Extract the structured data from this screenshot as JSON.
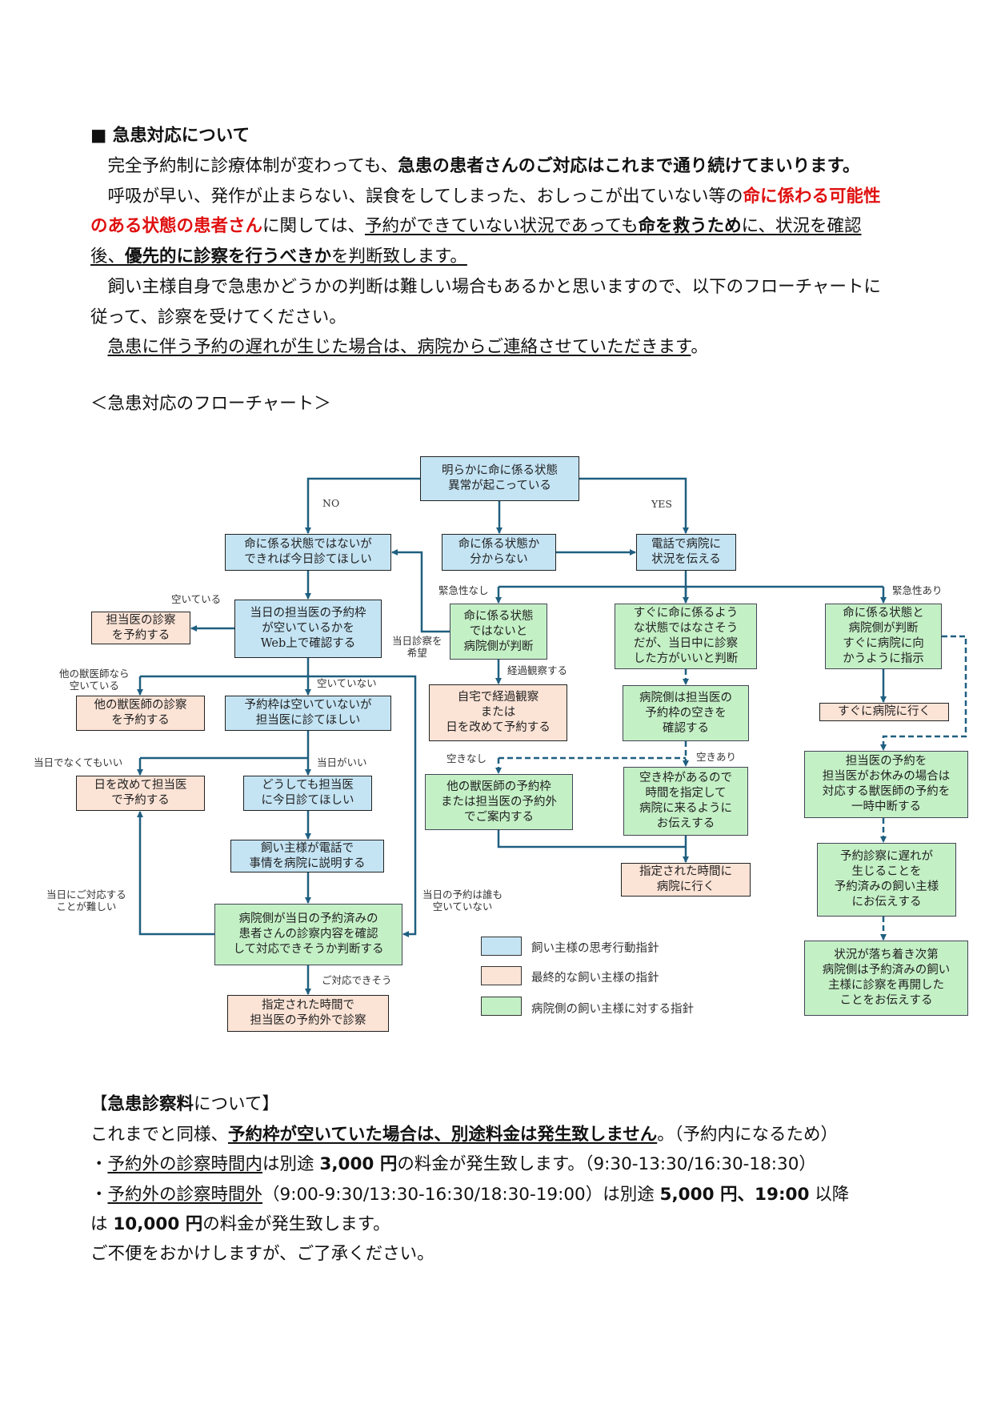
{
  "intro": {
    "heading": "■ 急患対応について",
    "l1a": "　完全予約制に診療体制が変わっても、",
    "l1b": "急患の患者さんのご対応はこれまで通り続けてまいります。",
    "l2a": "　呼吸が早い、発作が止まらない、誤食をしてしまった、おしっこが出ていない等の",
    "l2b": "命に係わる可能性",
    "l3a": "のある状態の患者さん",
    "l3b": "に関しては、",
    "l3c": "予約ができていない状況であっても",
    "l3d": "命を救うため",
    "l3e": "に、状況を確認",
    "l4a": "後、",
    "l4b": "優先的に診察を行うべきか",
    "l4c": "を判断致します。",
    "l5": "　飼い主様自身で急患かどうかの判断は難しい場合もあるかと思いますので、以下のフローチャートに",
    "l6": "従って、診察を受けてください。",
    "l7a": "　",
    "l7b": "急患に伴う予約の遅れが生じた場合は、病院からご連絡させていただきます",
    "l7c": "。",
    "flow_title": "＜急患対応のフローチャート＞"
  },
  "flowchart": {
    "colors": {
      "owner": "#c4e4f4",
      "final": "#fbe3d6",
      "hospital": "#c4f0c6",
      "line": "#1f5f80"
    },
    "nodes": [
      "明らかに命に係る状態\n異常が起こっている",
      "命に係る状態ではないが\nできれば今日診てほしい",
      "命に係る状態か\n分からない",
      "電話で病院に\n状況を伝える",
      "当日の担当医の予約枠\nが空いているかを\nWeb上で確認する",
      "担当医の診察\nを予約する",
      "命に係る状態\nではないと\n病院側が判断",
      "すぐに命に係るよう\nな状態ではなさそう\nだが、当日中に診察\nした方がいいと判断",
      "命に係る状態と\n病院側が判断\nすぐに病院に向\nかうように指示",
      "他の獣医師の診察\nを予約する",
      "予約枠は空いていないが\n担当医に診てほしい",
      "自宅で経過観察\nまたは\n日を改めて予約する",
      "病院側は担当医の\n予約枠の空きを\n確認する",
      "すぐに病院に行く",
      "担当医の予約を\n担当医がお休みの場合は\n対応する獣医師の予約を\n一時中断する",
      "日を改めて担当医\nで予約する",
      "どうしても担当医\nに今日診てほしい",
      "他の獣医師の予約枠\nまたは担当医の予約外\nでご案内する",
      "空き枠があるので\n時間を指定して\n病院に来るように\nお伝えする",
      "飼い主様が電話で\n事情を病院に説明する",
      "指定された時間に\n病院に行く",
      "予約診察に遅れが\n生じることを\n予約済みの飼い主様\nにお伝えする",
      "病院側が当日の予約済みの\n患者さんの診察内容を確認\nして対応できそうか判断する",
      "状況が落ち着き次第\n病院側は予約済みの飼い\n主様に診察を再開した\nことをお伝えする",
      "指定された時間で\n担当医の予約外で診察"
    ],
    "labels": {
      "no": "NO",
      "yes": "YES",
      "available": "空いている",
      "not_urgent": "緊急性なし",
      "urgent": "緊急性あり",
      "want_today": "当日診察を\n希望",
      "observe": "経過観察する",
      "other_vet": "他の獣医師なら\n空いている",
      "not_available": "空いていない",
      "no_slot": "空きなし",
      "slot": "空きあり",
      "not_today_ok": "当日でなくてもいい",
      "today": "当日がいい",
      "hard_today": "当日にご対応する\nことが難しい",
      "nobody": "当日の予約は誰も\n空いていない",
      "can_handle": "ご対応できそう"
    },
    "legend": [
      "飼い主様の思考行動指針",
      "最終的な飼い主様の指針",
      "病院側の飼い主様に対する指針"
    ]
  },
  "fees": {
    "h_open": "【",
    "h_bold": "急患診察料",
    "h_rest": "について】",
    "f1a": "これまでと同様、",
    "f1b": "予約枠が空いていた場合は、別途料金は発生致しません",
    "f1c": "。（予約内になるため）",
    "f2a": "・",
    "f2b": "予約外の診察時間内",
    "f2c": "は別途 ",
    "f2d": "3,000 円",
    "f2e": "の料金が発生致します。（9:30-13:30/16:30-18:30）",
    "f3a": "・",
    "f3b": "予約外の診察時間外",
    "f3c": "（9:00-9:30/13:30-16:30/18:30-19:00）は別途 ",
    "f3d": "5,000 円、19:00",
    "f3e": " 以降",
    "f4a": "は ",
    "f4b": "10,000 円",
    "f4c": "の料金が発生致します。",
    "f5": "ご不便をおかけしますが、ご了承ください。"
  }
}
